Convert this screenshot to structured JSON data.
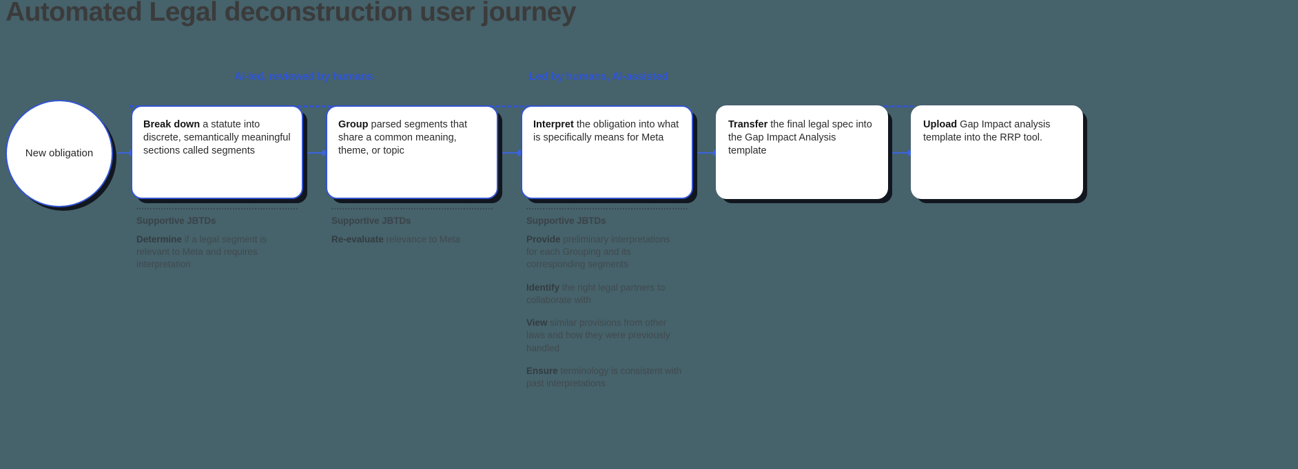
{
  "title": "Automated Legal deconstruction user journey",
  "theme": {
    "background": "#46626b",
    "accent_blue": "#3355d1",
    "card_bg": "#ffffff",
    "shadow": "#11161f",
    "title_color": "#3b3b3b",
    "jbtd_text": "#414a4f"
  },
  "phases": [
    {
      "label": "AI-led, reviewed by humans"
    },
    {
      "label": "Led by humans, AI-assisted"
    }
  ],
  "start_node": {
    "label": "New obligation"
  },
  "steps": [
    {
      "lead": "Break down",
      "rest": " a statute into discrete, semantically meaningful sections called  segments",
      "outlined": true,
      "jbtd": {
        "heading": "Supportive JBTDs",
        "items": [
          {
            "lead": "Determine",
            "rest": " if a legal segment is relevant to Meta and requires interpretation"
          }
        ]
      }
    },
    {
      "lead": "Group",
      "rest": " parsed segments that share a common meaning, theme, or topic",
      "outlined": true,
      "jbtd": {
        "heading": "Supportive JBTDs",
        "items": [
          {
            "lead": "Re-evaluate",
            "rest": " relevance to Meta"
          }
        ]
      }
    },
    {
      "lead": "Interpret",
      "rest": " the obligation into what is specifically means for Meta",
      "outlined": true,
      "jbtd": {
        "heading": "Supportive JBTDs",
        "items": [
          {
            "lead": "Provide",
            "rest": " preliminary interpretations for each Grouping and its corresponding segments"
          },
          {
            "lead": "Identify",
            "rest": " the right legal partners to collaborate with"
          },
          {
            "lead": "View",
            "rest": " similar provisions from other laws and how they were previously handled"
          },
          {
            "lead": "Ensure",
            "rest": " terminology is consistent with past interpretations"
          }
        ]
      }
    },
    {
      "lead": "Transfer",
      "rest": " the final legal spec into the Gap Impact Analysis template",
      "outlined": false,
      "jbtd": null
    },
    {
      "lead": "Upload",
      "rest": " Gap Impact analysis template into the RRP tool.",
      "outlined": false,
      "jbtd": null
    }
  ]
}
